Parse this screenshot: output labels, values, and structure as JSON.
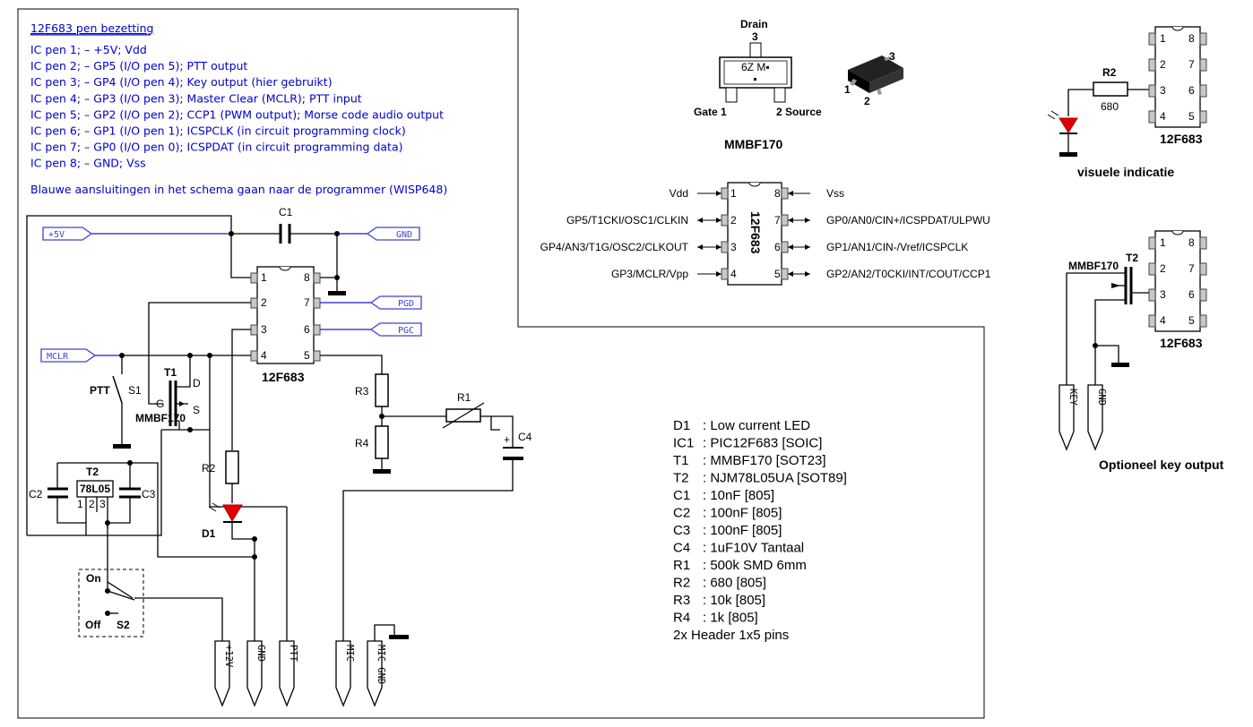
{
  "pinout": {
    "title": "12F683 pen bezetting",
    "lines": [
      "IC pen 1; – +5V; Vdd",
      "IC pen 2; – GP5 (I/O pen 5); PTT output",
      "IC pen 3; – GP4 (I/O pen 4); Key output (hier gebruikt)",
      "IC pen 4; – GP3 (I/O pen 3); Master Clear (MCLR); PTT input",
      "IC pen 5; – GP2 (I/O pen 2); CCP1 (PWM output); Morse code audio output",
      "IC pen 6; – GP1 (I/O pen 1); ICSPCLK (in circuit programming clock)",
      "IC pen 7; – GP0 (I/O pen 0); ICSPDAT (in circuit programming data)",
      "IC pen 8; – GND; Vss"
    ],
    "note": "Blauwe aansluitingen in het schema gaan naar de programmer (WISP648)"
  },
  "schematic": {
    "ports": {
      "vplus": "+5V",
      "gnd": "GND",
      "pgd": "PGD",
      "pgc": "PGC",
      "mclr": "MCLR"
    },
    "c1": "C1",
    "ic_label": "12F683",
    "ic_pins": [
      "1",
      "2",
      "3",
      "4",
      "5",
      "6",
      "7",
      "8"
    ],
    "t1": "T1",
    "t1_d": "D",
    "t1_g": "G",
    "t1_s": "S",
    "t1_type": "MMBF170",
    "ptt": "PTT",
    "s1": "S1",
    "t2": "T2",
    "reg": "78L05",
    "reg_pins": [
      "1",
      "2",
      "3"
    ],
    "c2": "C2",
    "c3": "C3",
    "r2": "R2",
    "d1": "D1",
    "r3": "R3",
    "r4": "R4",
    "r1": "R1",
    "c4": "C4",
    "c4_plus": "+",
    "on": "On",
    "off": "Off",
    "s2": "S2",
    "headers": [
      "+12V",
      "GND",
      "PTT",
      "MIC",
      "MIC GND"
    ]
  },
  "mmbf": {
    "drain": "Drain",
    "pin3": "3",
    "marking": "6Z M▪",
    "gate": "Gate 1",
    "source": "2 Source",
    "title": "MMBF170",
    "pkg_pins": [
      "3",
      "1",
      "2"
    ]
  },
  "ic_pinout": {
    "name": "12F683",
    "left": [
      "Vdd",
      "GP5/T1CKI/OSC1/CLKIN",
      "GP4/AN3/T1G/OSC2/CLKOUT",
      "GP3/MCLR/Vpp"
    ],
    "right": [
      "Vss",
      "GP0/AN0/CIN+/ICSPDAT/ULPWU",
      "GP1/AN1/CIN-/Vref/ICSPCLK",
      "GP2/AN2/T0CKI/INT/COUT/CCP1"
    ],
    "pins_left": [
      "1",
      "2",
      "3",
      "4"
    ],
    "pins_right": [
      "8",
      "7",
      "6",
      "5"
    ]
  },
  "visual": {
    "r2": "R2",
    "r2_value": "680",
    "ic_label": "12F683",
    "caption": "visuele indicatie",
    "pins_left": [
      "1",
      "2",
      "3",
      "4"
    ],
    "pins_right": [
      "8",
      "7",
      "6",
      "5"
    ]
  },
  "keyout": {
    "t2": "T2",
    "type": "MMBF170",
    "ic_label": "12F683",
    "headers": [
      "KEY",
      "GND"
    ],
    "caption": "Optioneel key output",
    "pins_left": [
      "1",
      "2",
      "3",
      "4"
    ],
    "pins_right": [
      "8",
      "7",
      "6",
      "5"
    ]
  },
  "bom": [
    {
      "ref": "D1",
      "value": ": Low current LED"
    },
    {
      "ref": "IC1",
      "value": ": PIC12F683  [SOIC]"
    },
    {
      "ref": "T1",
      "value": ":  MMBF170  [SOT23]"
    },
    {
      "ref": "T2",
      "value": ":  NJM78L05UA  [SOT89]"
    },
    {
      "ref": "C1",
      "value": ": 10nF    [805]"
    },
    {
      "ref": "C2",
      "value": ": 100nF  [805]"
    },
    {
      "ref": "C3",
      "value": ": 100nF  [805]"
    },
    {
      "ref": "C4",
      "value": ": 1uF10V  Tantaal"
    },
    {
      "ref": "R1",
      "value": ": 500k  SMD 6mm"
    },
    {
      "ref": "R2",
      "value": ": 680      [805]"
    },
    {
      "ref": "R3",
      "value": ": 10k      [805]"
    },
    {
      "ref": "R4",
      "value": ": 1k        [805]"
    },
    {
      "ref": "",
      "value": "2x Header 1x5 pins"
    }
  ]
}
